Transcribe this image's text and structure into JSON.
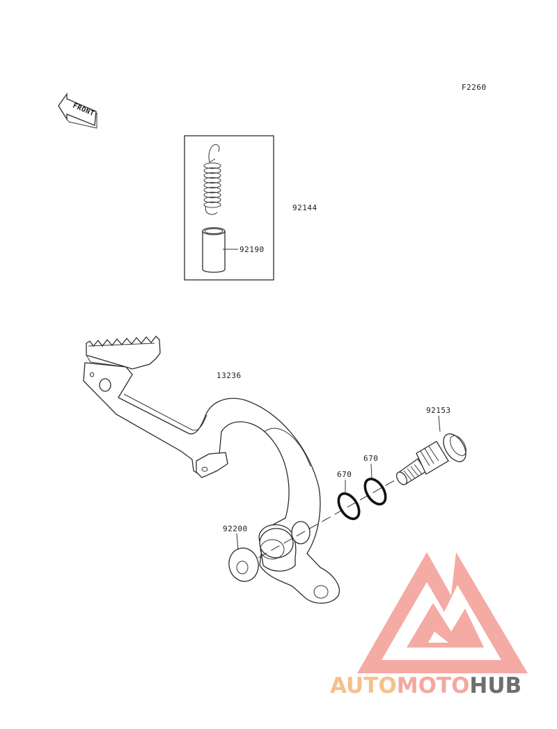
{
  "figure_code": "F2260",
  "front_label": "FRONT",
  "parts": {
    "spring_set": "92144",
    "collar": "92190",
    "brake_pedal": "13236",
    "shaft": "92153",
    "oring_a": "670",
    "oring_b": "670",
    "washer": "92200"
  },
  "watermark": {
    "word_1": "AUTO",
    "word_2": "MOTO",
    "word_3": "HUB",
    "colors": {
      "salmon": "#f4a7a0",
      "orange": "#f6c08a",
      "grey": "#6e6e6e"
    }
  }
}
